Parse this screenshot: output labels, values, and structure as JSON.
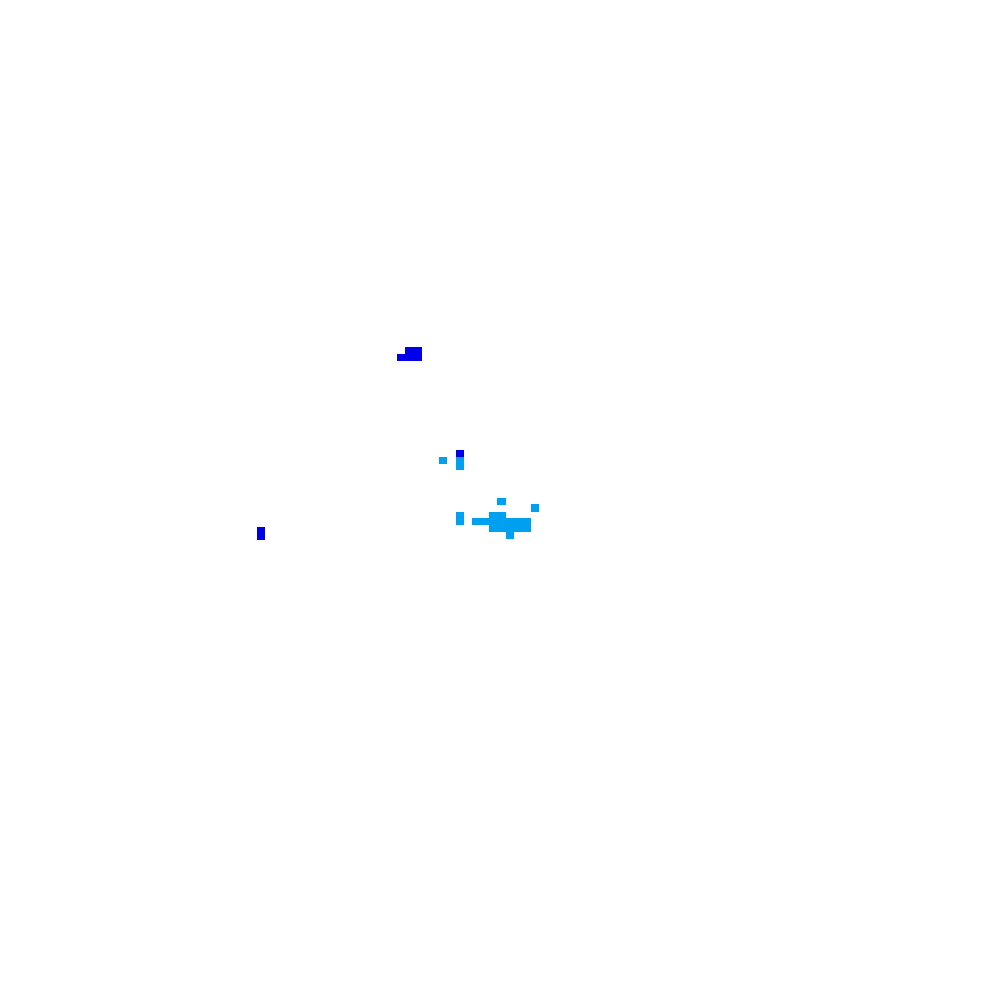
{
  "colors": {
    "background": "#ffffff",
    "dark_blue": "#0000e8",
    "light_blue": "#00a0f0"
  },
  "clusters": [
    {
      "name": "dark-blue-cluster",
      "color": "dark_blue"
    },
    {
      "name": "light-blue-cluster",
      "color": "light_blue"
    }
  ]
}
